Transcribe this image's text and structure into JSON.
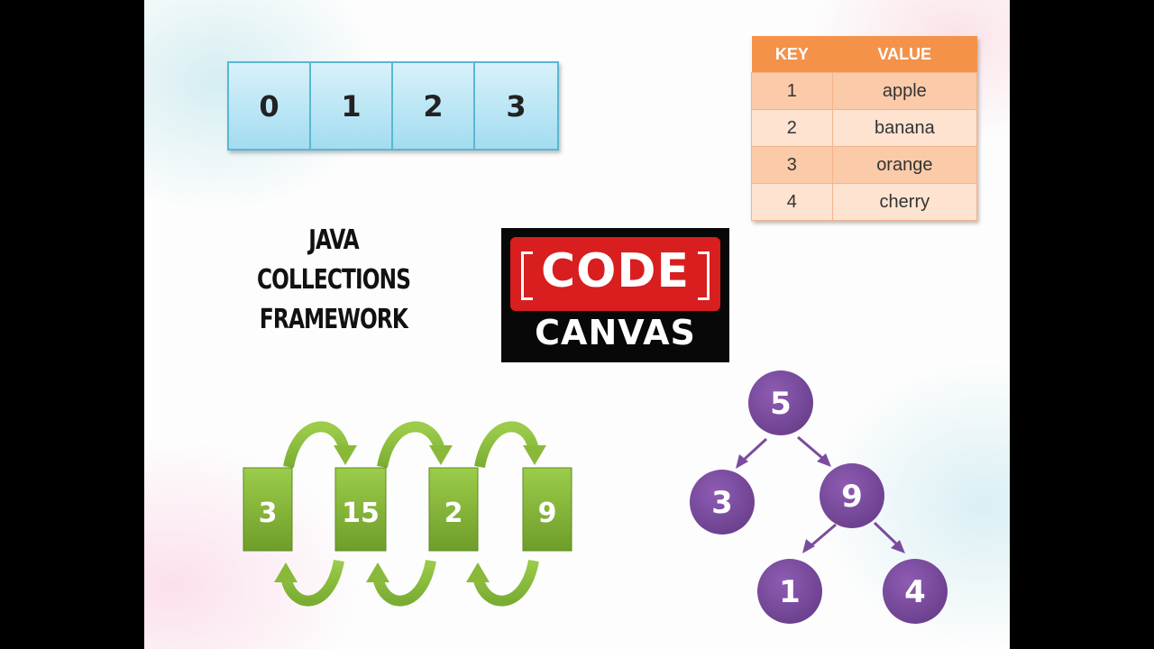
{
  "array": [
    "0",
    "1",
    "2",
    "3"
  ],
  "map_table": {
    "headers": [
      "KEY",
      "VALUE"
    ],
    "rows": [
      {
        "key": "1",
        "value": "apple"
      },
      {
        "key": "2",
        "value": "banana"
      },
      {
        "key": "3",
        "value": "orange"
      },
      {
        "key": "4",
        "value": "cherry"
      }
    ]
  },
  "title_lines": [
    "JAVA",
    "COLLECTIONS",
    "FRAMEWORK"
  ],
  "logo": {
    "line1": "CODE",
    "line2": "CANVAS"
  },
  "linked_list": [
    "3",
    "15",
    "2",
    "9"
  ],
  "tree": {
    "root": "5",
    "left": "3",
    "right": "9",
    "right_left": "1",
    "right_right": "4"
  },
  "colors": {
    "array_fill": "#a3dcf0",
    "table_header": "#f4924a",
    "list_node": "#8ab93a",
    "tree_node": "#7b4c9e",
    "logo_red": "#d81e1e"
  }
}
